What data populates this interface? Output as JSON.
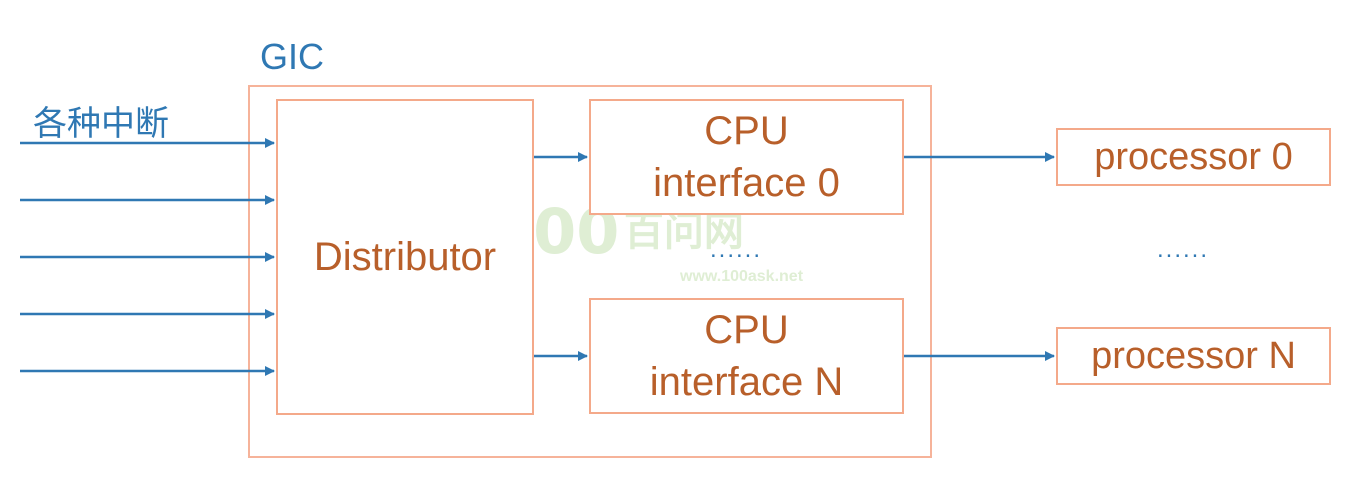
{
  "gic_title": "GIC",
  "interrupts_label": "各种中断",
  "distributor": "Distributor",
  "cpu_interfaces": [
    {
      "line1": "CPU",
      "line2": "interface 0"
    },
    {
      "line1": "CPU",
      "line2": "interface N"
    }
  ],
  "cpu_ellipsis": "......",
  "processors": [
    "processor 0",
    "processor N"
  ],
  "processor_ellipsis": "......",
  "watermark": {
    "logo": "100",
    "brand": "百问网",
    "url": "www.100ask.net"
  },
  "colors": {
    "arrow": "#2f78b3",
    "box_border": "#f4a98a",
    "box_text": "#b85f2a",
    "label": "#2f78b3"
  }
}
